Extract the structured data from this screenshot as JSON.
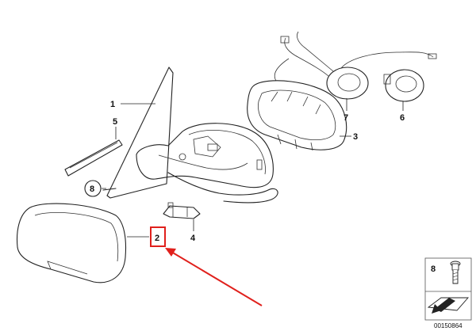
{
  "diagram": {
    "callouts": [
      {
        "id": "1",
        "label": "1"
      },
      {
        "id": "5",
        "label": "5"
      },
      {
        "id": "8",
        "label": "8"
      },
      {
        "id": "2",
        "label": "2"
      },
      {
        "id": "4",
        "label": "4"
      },
      {
        "id": "3",
        "label": "3"
      },
      {
        "id": "7",
        "label": "7"
      },
      {
        "id": "6",
        "label": "6"
      }
    ],
    "highlight": {
      "target": "2",
      "color": "#e0201c"
    },
    "legend": {
      "number": "8"
    },
    "document_number": "00150864"
  }
}
